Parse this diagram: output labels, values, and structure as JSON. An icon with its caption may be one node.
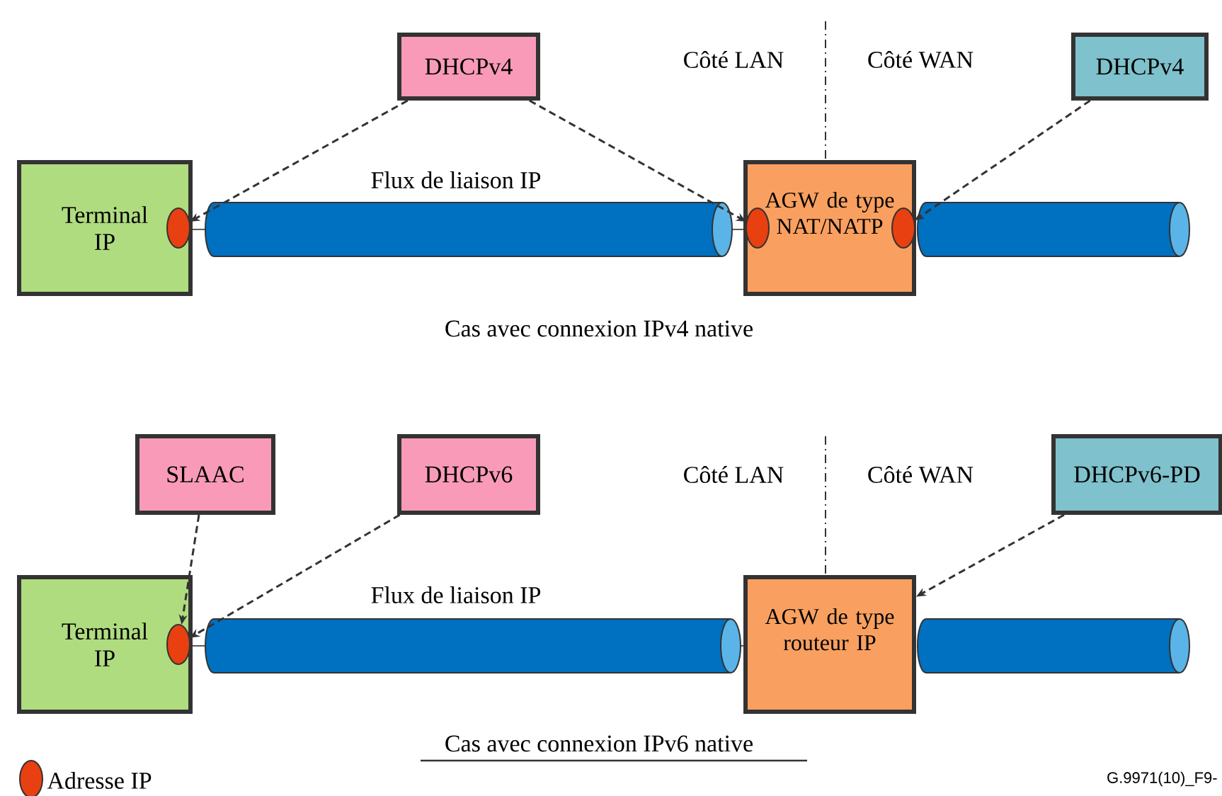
{
  "diagram": {
    "nodes": [
      {
        "text": [
          "DHCPv4"
        ]
      },
      {
        "text": [
          "DHCPv4"
        ]
      },
      {
        "text": [
          "Terminal IP"
        ]
      },
      {
        "text": [],
        "shape": "ellipse",
        "in": 2
      },
      {
        "text": [
          "AGW de type NAT/NATP"
        ]
      },
      {
        "text": [],
        "shape": "ellipse",
        "in": 4
      },
      {
        "text": [],
        "shape": "ellipse",
        "in": 4
      },
      {
        "text": [
          "SLAAC"
        ]
      },
      {
        "text": [
          "DHCPv6"
        ]
      },
      {
        "text": [
          "DHCPv6-PD"
        ]
      },
      {
        "text": [
          "Terminal IP"
        ]
      },
      {
        "text": [],
        "shape": "ellipse",
        "in": 10
      },
      {
        "text": [
          "AGW de type routeur IP"
        ]
      }
    ],
    "edges": [
      {
        "from": 0,
        "to": 3,
        "arrow": "to",
        "style": "dashed"
      },
      {
        "from": 0,
        "to": 5,
        "arrow": "to",
        "style": "dashed"
      },
      {
        "from": 1,
        "to": 6,
        "arrow": "to",
        "style": "dashed"
      },
      {
        "from": 7,
        "to": 11,
        "arrow": "to",
        "style": "dashed"
      },
      {
        "from": 8,
        "to": 11,
        "arrow": "to",
        "style": "dashed"
      },
      {
        "from": 9,
        "to": 12,
        "arrow": "to",
        "style": "dashed"
      }
    ],
    "labels": [
      "Côté LAN",
      "Côté WAN",
      "Flux de liaison IP",
      "Cas avec connexion IPv4 native",
      "Côté LAN",
      "Côté WAN",
      "Flux de liaison IP",
      "Cas avec connexion IPv6 native",
      "G.9971(10)_F9-"
    ],
    "legend": [
      {
        "text": "Adresse IP",
        "color": "#e84010"
      }
    ]
  }
}
